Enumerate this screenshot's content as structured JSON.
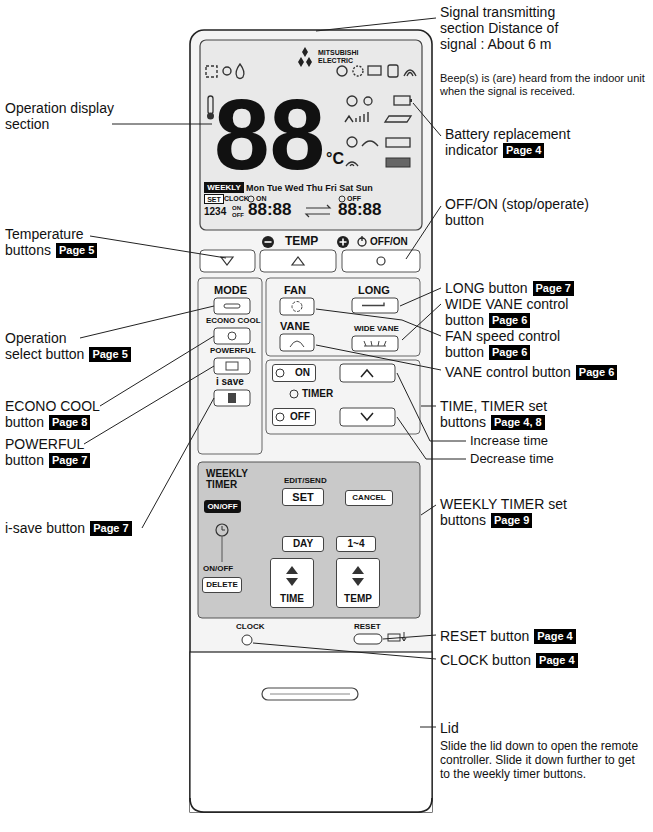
{
  "diagram": {
    "nodes": [
      {
        "text": [
          "Page 4"
        ]
      },
      {
        "text": [
          "Page 5"
        ]
      },
      {
        "text": [
          "Page 5"
        ]
      },
      {
        "text": [
          "Page 7"
        ]
      },
      {
        "text": [
          "Page 6"
        ]
      },
      {
        "text": [
          "Page 8"
        ]
      },
      {
        "text": [
          "Page 6"
        ]
      },
      {
        "text": [
          "Page 7"
        ]
      },
      {
        "text": [
          "Page 6"
        ]
      },
      {
        "text": [
          "Page 4, 8"
        ]
      },
      {
        "text": [
          "Page 7"
        ]
      },
      {
        "text": [
          "Page 9"
        ]
      },
      {
        "text": [
          "Page 4"
        ]
      },
      {
        "text": [
          "Page 4"
        ]
      },
      {
        "text": [
          "ON"
        ]
      },
      {
        "text": [
          "OFF"
        ]
      },
      {
        "text": [
          "ON/OFF"
        ]
      },
      {
        "text": [
          "SET"
        ]
      },
      {
        "text": [
          "CANCEL"
        ]
      },
      {
        "text": [
          "DAY"
        ]
      },
      {
        "text": [
          "1~4"
        ]
      },
      {
        "text": [
          "DELETE"
        ]
      },
      {
        "text": [
          "TIME"
        ]
      },
      {
        "text": [
          "TEMP"
        ]
      },
      {
        "text": [
          "WEEKLY"
        ]
      },
      {
        "text": [
          "SET"
        ]
      }
    ],
    "labels": [
      "Operation display section",
      "Temperature buttons",
      "Operation select button",
      "ECONO COOL button",
      "POWERFUL button",
      "i-save button",
      "Signal transmitting section Distance of signal : About 6 m",
      "Beep(s) is (are) heard from the indoor unit when the signal is received.",
      "Battery replacement indicator",
      "OFF/ON (stop/operate) button",
      "LONG button",
      "WIDE VANE control button",
      "FAN speed control button",
      "VANE control button",
      "TIME, TIMER set buttons",
      "Increase time",
      "Decrease time",
      "WEEKLY TIMER set buttons",
      "RESET button",
      "CLOCK button",
      "Lid",
      "Slide the lid down to open the remote controller. Slide it down further to get to the weekly timer buttons.",
      "MITSUBISHI ELECTRIC",
      "88",
      "°C",
      "Mon Tue Wed Thu Fri Sat Sun",
      "CLOCK",
      "ON",
      "OFF",
      "1234",
      "ON",
      "OFF",
      "88:88",
      "88:88",
      "TEMP",
      "OFF/ON",
      "MODE",
      "ECONO COOL",
      "POWERFUL",
      "i save",
      "FAN",
      "LONG",
      "VANE",
      "WIDE VANE",
      "TIMER",
      "WEEKLY TIMER",
      "EDIT/SEND",
      "ON/OFF",
      "CLOCK",
      "RESET"
    ]
  }
}
